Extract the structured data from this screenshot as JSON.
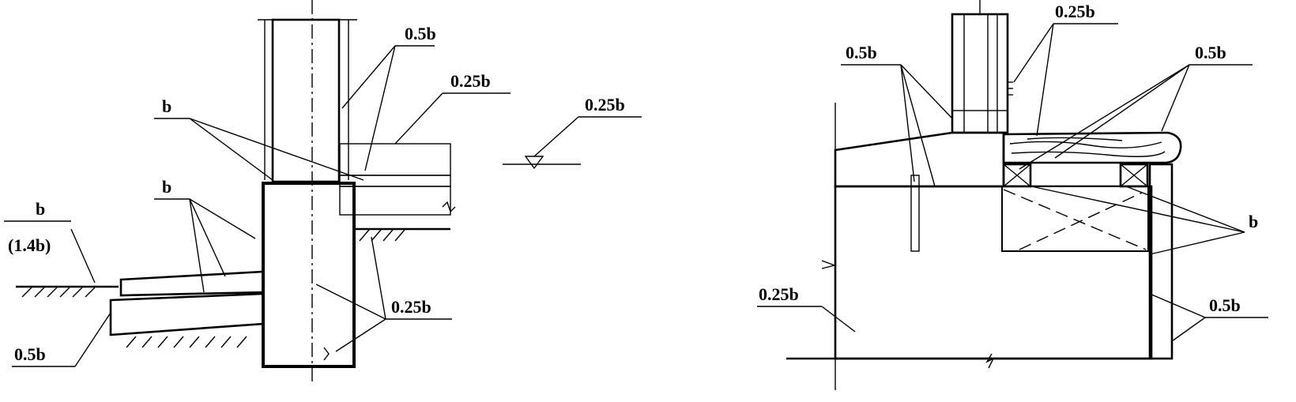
{
  "figure": {
    "left_detail": {
      "labels": {
        "wall_top": "0.5b",
        "slab": "0.25b",
        "b_upper": "b",
        "b_middle": "b",
        "ground_b": "b",
        "ground_alt": "(1.4b)",
        "apron": "0.5b",
        "foundation": "0.25b"
      }
    },
    "level_symbol": {
      "label": "0.25b"
    },
    "right_detail": {
      "labels": {
        "column_top": "0.25b",
        "left_group": "0.5b",
        "right_group": "0.5b",
        "b_right": "b",
        "bottom_right": "0.5b",
        "left_bottom": "0.25b"
      }
    }
  }
}
